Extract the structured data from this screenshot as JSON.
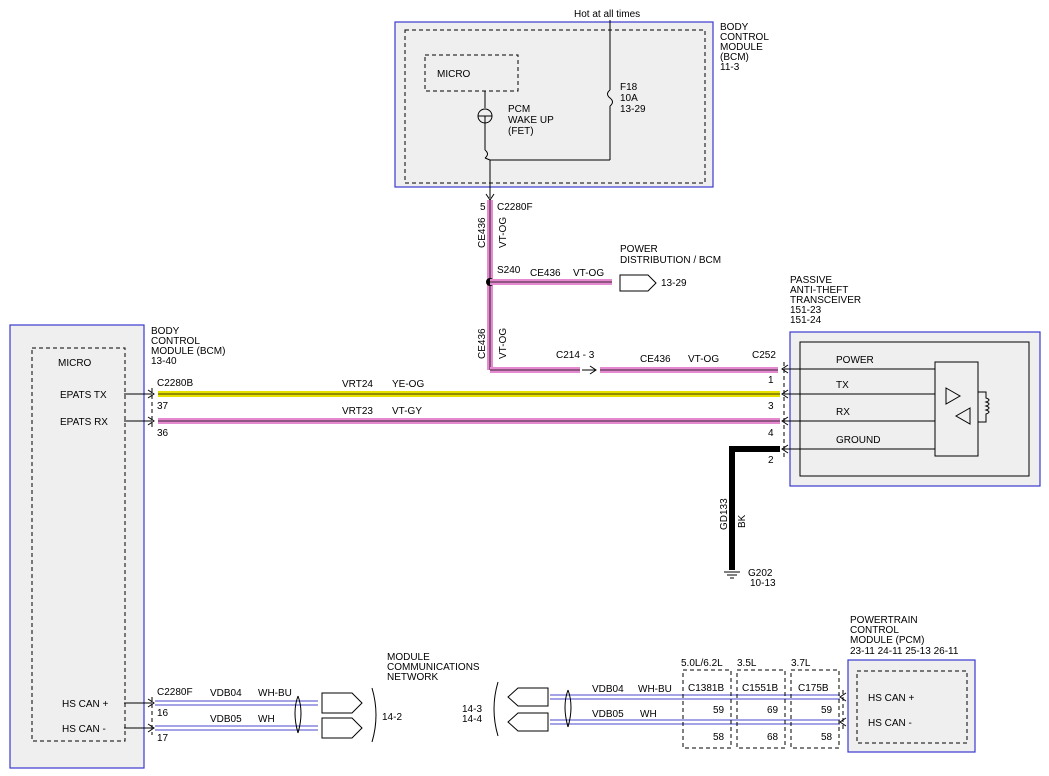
{
  "bcm_top": {
    "hot_label": "Hot at all times",
    "title": [
      "BODY",
      "CONTROL",
      "MODULE",
      "(BCM)",
      "11-3"
    ],
    "micro": "MICRO",
    "fet": [
      "PCM",
      "WAKE UP",
      "(FET)"
    ],
    "fuse": [
      "F18",
      "10A",
      "13-29"
    ]
  },
  "ce436_vertical": {
    "pin": "5",
    "connector": "C2280F",
    "circuit": "CE436",
    "color": "VT-OG"
  },
  "splice": {
    "name": "S240",
    "circuit": "CE436",
    "color": "VT-OG",
    "dest": [
      "POWER",
      "DISTRIBUTION / BCM"
    ],
    "dest_ref": "13-29"
  },
  "ce436_lower": {
    "circuit": "CE436",
    "color": "VT-OG"
  },
  "ce436_horizontal": {
    "inline": "C214 - 3",
    "circuit": "CE436",
    "color": "VT-OG",
    "connector": "C252"
  },
  "pats": {
    "title": [
      "PASSIVE",
      "ANTI-THEFT",
      "TRANSCEIVER",
      "151-23",
      "151-24"
    ],
    "pins": [
      {
        "pin": "1",
        "label": "POWER"
      },
      {
        "pin": "3",
        "label": "TX"
      },
      {
        "pin": "4",
        "label": "RX"
      },
      {
        "pin": "2",
        "label": "GROUND"
      }
    ]
  },
  "bcm_left": {
    "title": [
      "BODY",
      "CONTROL",
      "MODULE (BCM)",
      "13-40"
    ],
    "micro": "MICRO",
    "epats_tx": "EPATS TX",
    "epats_rx": "EPATS RX",
    "hs_can_plus": "HS CAN +",
    "hs_can_minus": "HS CAN -",
    "connector": "C2280B",
    "pin_tx": "37",
    "pin_rx": "36",
    "can_connector": "C2280F",
    "pin_can_plus": "16",
    "pin_can_minus": "17"
  },
  "wires": {
    "tx": {
      "circuit": "VRT24",
      "color": "YE-OG"
    },
    "rx": {
      "circuit": "VRT23",
      "color": "VT-GY"
    },
    "can_plus": {
      "circuit": "VDB04",
      "color": "WH-BU"
    },
    "can_minus": {
      "circuit": "VDB05",
      "color": "WH"
    },
    "ground": {
      "circuit": "GD133",
      "color": "BK",
      "ground_name": "G202",
      "ground_ref": "10-13"
    }
  },
  "network": {
    "title": [
      "MODULE",
      "COMMUNICATIONS",
      "NETWORK"
    ],
    "ref_left": "14-2",
    "ref_right": [
      "14-3",
      "14-4"
    ]
  },
  "pcm": {
    "title": [
      "POWERTRAIN",
      "CONTROL",
      "MODULE (PCM)"
    ],
    "refs": "23-11   24-11   25-13   26-11",
    "hs_can_plus": "HS CAN +",
    "hs_can_minus": "HS CAN -",
    "variants": [
      {
        "engine": "5.0L/6.2L",
        "connector": "C1381B",
        "pin_plus": "59",
        "pin_minus": "58"
      },
      {
        "engine": "3.5L",
        "connector": "C1551B",
        "pin_plus": "69",
        "pin_minus": "68"
      },
      {
        "engine": "3.7L",
        "connector": "C175B",
        "pin_plus": "59",
        "pin_minus": "58"
      }
    ],
    "can_plus": {
      "circuit": "VDB04",
      "color": "WH-BU"
    },
    "can_minus": {
      "circuit": "VDB05",
      "color": "WH"
    }
  },
  "colors": {
    "module_border": "#3a3ad0",
    "module_fill": "#efefef",
    "vt_og": "#e58ad0",
    "ye_og": "#e8e000",
    "bk": "#000000",
    "can": "#6c6cd8"
  }
}
